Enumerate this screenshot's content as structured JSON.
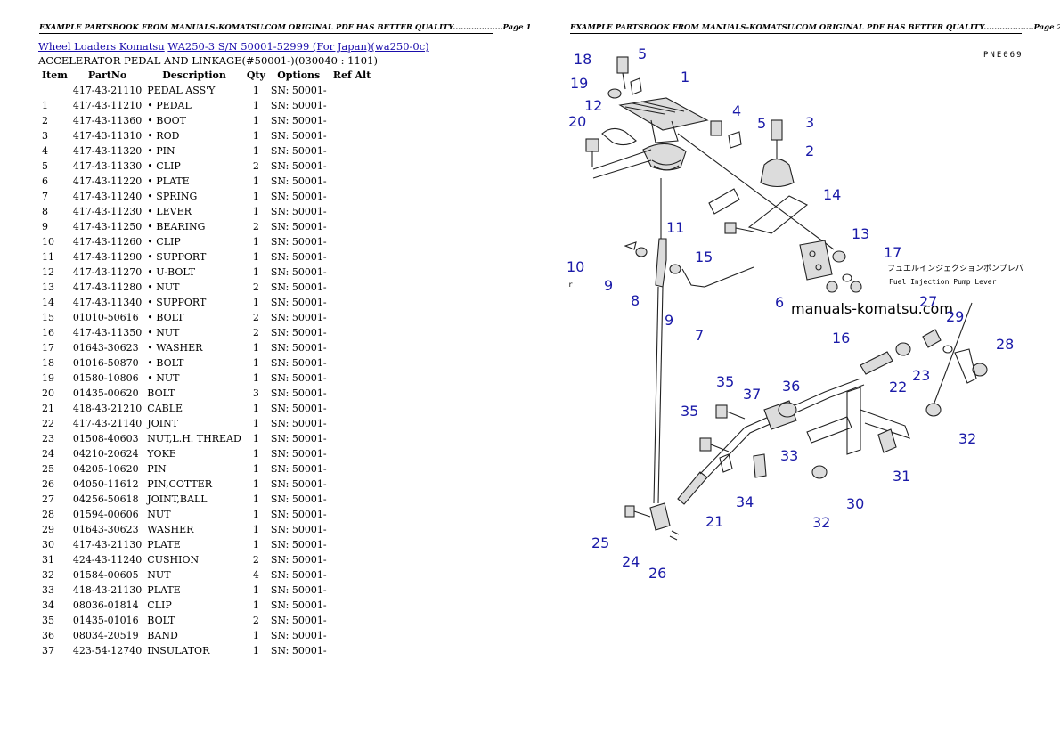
{
  "header": {
    "left": "EXAMPLE PARTSBOOK FROM MANUALS-KOMATSU.COM ORIGINAL PDF HAS BETTER QUALITY...................Page 1",
    "right": "EXAMPLE PARTSBOOK FROM MANUALS-KOMATSU.COM ORIGINAL PDF HAS BETTER QUALITY...................Page 2"
  },
  "breadcrumb": {
    "link1": "Wheel Loaders Komatsu",
    "link2": "WA250-3 S/N 50001-52999 (For Japan)(wa250-0c)"
  },
  "title": "ACCELERATOR PEDAL AND LINKAGE(#50001-)(030040 : 1101)",
  "columns": [
    "Item",
    "PartNo",
    "Description",
    "Qty",
    "Options",
    "Ref Alt"
  ],
  "rows": [
    {
      "item": "",
      "partno": "417-43-21110",
      "desc": "PEDAL ASS'Y",
      "qty": "1",
      "opt": "SN: 50001-"
    },
    {
      "item": "1",
      "partno": "417-43-11210",
      "desc": "• PEDAL",
      "qty": "1",
      "opt": "SN: 50001-"
    },
    {
      "item": "2",
      "partno": "417-43-11360",
      "desc": "• BOOT",
      "qty": "1",
      "opt": "SN: 50001-"
    },
    {
      "item": "3",
      "partno": "417-43-11310",
      "desc": "• ROD",
      "qty": "1",
      "opt": "SN: 50001-"
    },
    {
      "item": "4",
      "partno": "417-43-11320",
      "desc": "• PIN",
      "qty": "1",
      "opt": "SN: 50001-"
    },
    {
      "item": "5",
      "partno": "417-43-11330",
      "desc": "• CLIP",
      "qty": "2",
      "opt": "SN: 50001-"
    },
    {
      "item": "6",
      "partno": "417-43-11220",
      "desc": "• PLATE",
      "qty": "1",
      "opt": "SN: 50001-"
    },
    {
      "item": "7",
      "partno": "417-43-11240",
      "desc": "• SPRING",
      "qty": "1",
      "opt": "SN: 50001-"
    },
    {
      "item": "8",
      "partno": "417-43-11230",
      "desc": "• LEVER",
      "qty": "1",
      "opt": "SN: 50001-"
    },
    {
      "item": "9",
      "partno": "417-43-11250",
      "desc": "• BEARING",
      "qty": "2",
      "opt": "SN: 50001-"
    },
    {
      "item": "10",
      "partno": "417-43-11260",
      "desc": "• CLIP",
      "qty": "1",
      "opt": "SN: 50001-"
    },
    {
      "item": "11",
      "partno": "417-43-11290",
      "desc": "• SUPPORT",
      "qty": "1",
      "opt": "SN: 50001-"
    },
    {
      "item": "12",
      "partno": "417-43-11270",
      "desc": "• U-BOLT",
      "qty": "1",
      "opt": "SN: 50001-"
    },
    {
      "item": "13",
      "partno": "417-43-11280",
      "desc": "• NUT",
      "qty": "2",
      "opt": "SN: 50001-"
    },
    {
      "item": "14",
      "partno": "417-43-11340",
      "desc": "• SUPPORT",
      "qty": "1",
      "opt": "SN: 50001-"
    },
    {
      "item": "15",
      "partno": "01010-50616",
      "desc": "• BOLT",
      "qty": "2",
      "opt": "SN: 50001-"
    },
    {
      "item": "16",
      "partno": "417-43-11350",
      "desc": "• NUT",
      "qty": "2",
      "opt": "SN: 50001-"
    },
    {
      "item": "17",
      "partno": "01643-30623",
      "desc": "• WASHER",
      "qty": "1",
      "opt": "SN: 50001-"
    },
    {
      "item": "18",
      "partno": "01016-50870",
      "desc": "• BOLT",
      "qty": "1",
      "opt": "SN: 50001-"
    },
    {
      "item": "19",
      "partno": "01580-10806",
      "desc": "• NUT",
      "qty": "1",
      "opt": "SN: 50001-"
    },
    {
      "item": "20",
      "partno": "01435-00620",
      "desc": "BOLT",
      "qty": "3",
      "opt": "SN: 50001-"
    },
    {
      "item": "21",
      "partno": "418-43-21210",
      "desc": "CABLE",
      "qty": "1",
      "opt": "SN: 50001-"
    },
    {
      "item": "22",
      "partno": "417-43-21140",
      "desc": "JOINT",
      "qty": "1",
      "opt": "SN: 50001-"
    },
    {
      "item": "23",
      "partno": "01508-40603",
      "desc": "NUT,L.H. THREAD",
      "qty": "1",
      "opt": "SN: 50001-"
    },
    {
      "item": "24",
      "partno": "04210-20624",
      "desc": "YOKE",
      "qty": "1",
      "opt": "SN: 50001-"
    },
    {
      "item": "25",
      "partno": "04205-10620",
      "desc": "PIN",
      "qty": "1",
      "opt": "SN: 50001-"
    },
    {
      "item": "26",
      "partno": "04050-11612",
      "desc": "PIN,COTTER",
      "qty": "1",
      "opt": "SN: 50001-"
    },
    {
      "item": "27",
      "partno": "04256-50618",
      "desc": "JOINT,BALL",
      "qty": "1",
      "opt": "SN: 50001-"
    },
    {
      "item": "28",
      "partno": "01594-00606",
      "desc": "NUT",
      "qty": "1",
      "opt": "SN: 50001-"
    },
    {
      "item": "29",
      "partno": "01643-30623",
      "desc": "WASHER",
      "qty": "1",
      "opt": "SN: 50001-"
    },
    {
      "item": "30",
      "partno": "417-43-21130",
      "desc": "PLATE",
      "qty": "1",
      "opt": "SN: 50001-"
    },
    {
      "item": "31",
      "partno": "424-43-11240",
      "desc": "CUSHION",
      "qty": "2",
      "opt": "SN: 50001-"
    },
    {
      "item": "32",
      "partno": "01584-00605",
      "desc": "NUT",
      "qty": "4",
      "opt": "SN: 50001-"
    },
    {
      "item": "33",
      "partno": "418-43-21130",
      "desc": "PLATE",
      "qty": "1",
      "opt": "SN: 50001-"
    },
    {
      "item": "34",
      "partno": "08036-01814",
      "desc": "CLIP",
      "qty": "1",
      "opt": "SN: 50001-"
    },
    {
      "item": "35",
      "partno": "01435-01016",
      "desc": "BOLT",
      "qty": "2",
      "opt": "SN: 50001-"
    },
    {
      "item": "36",
      "partno": "08034-20519",
      "desc": "BAND",
      "qty": "1",
      "opt": "SN: 50001-"
    },
    {
      "item": "37",
      "partno": "423-54-12740",
      "desc": "INSULATOR",
      "qty": "1",
      "opt": "SN: 50001-"
    }
  ],
  "diagram": {
    "code": "PNE069",
    "watermark": "manuals-komatsu.com",
    "jp_note": "フュエルインジェクションポンプレバ",
    "en_note": "Fuel Injection Pump Lever",
    "frag_left": "r",
    "callouts": [
      {
        "n": "1"
      },
      {
        "n": "2"
      },
      {
        "n": "3"
      },
      {
        "n": "4"
      },
      {
        "n": "5"
      },
      {
        "n": "5"
      },
      {
        "n": "6"
      },
      {
        "n": "7"
      },
      {
        "n": "8"
      },
      {
        "n": "9"
      },
      {
        "n": "9"
      },
      {
        "n": "10"
      },
      {
        "n": "11"
      },
      {
        "n": "12"
      },
      {
        "n": "13"
      },
      {
        "n": "14"
      },
      {
        "n": "15"
      },
      {
        "n": "16"
      },
      {
        "n": "17"
      },
      {
        "n": "18"
      },
      {
        "n": "19"
      },
      {
        "n": "20"
      },
      {
        "n": "21"
      },
      {
        "n": "22"
      },
      {
        "n": "23"
      },
      {
        "n": "24"
      },
      {
        "n": "25"
      },
      {
        "n": "26"
      },
      {
        "n": "27"
      },
      {
        "n": "28"
      },
      {
        "n": "29"
      },
      {
        "n": "30"
      },
      {
        "n": "31"
      },
      {
        "n": "32"
      },
      {
        "n": "32"
      },
      {
        "n": "33"
      },
      {
        "n": "34"
      },
      {
        "n": "35"
      },
      {
        "n": "35"
      },
      {
        "n": "36"
      },
      {
        "n": "37"
      }
    ]
  }
}
